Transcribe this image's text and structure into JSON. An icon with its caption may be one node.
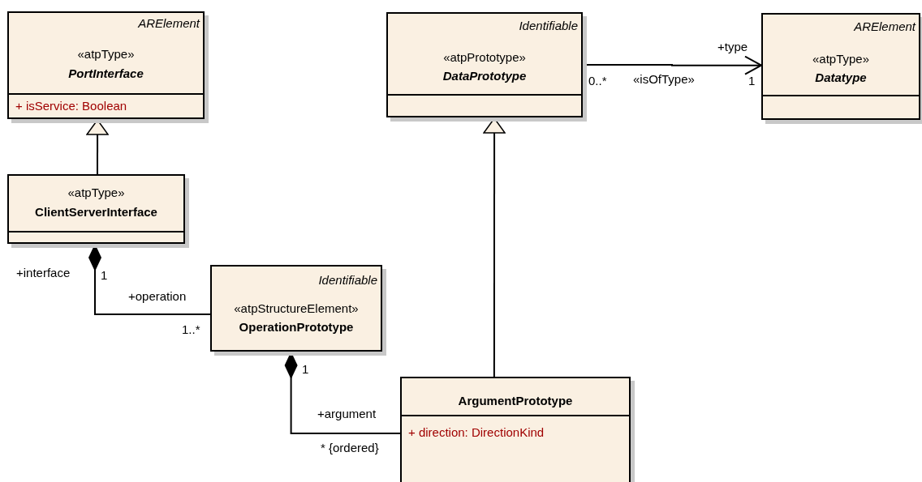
{
  "diagram": {
    "nodes": [
      {
        "text": [
          "ARElement",
          "«atpType»",
          "PortInterface",
          "+ isService: Boolean"
        ]
      },
      {
        "text": [
          "Identifiable",
          "«atpPrototype»",
          "DataPrototype"
        ]
      },
      {
        "text": [
          "ARElement",
          "«atpType»",
          "Datatype"
        ]
      },
      {
        "text": [
          "«atpType»",
          "ClientServerInterface"
        ]
      },
      {
        "text": [
          "Identifiable",
          "«atpStructureElement»",
          "OperationPrototype"
        ]
      },
      {
        "text": [
          "ArgumentPrototype",
          "+ direction: DirectionKind"
        ]
      }
    ],
    "edges": [
      {
        "from": 3,
        "to": 0,
        "arrow": "to"
      },
      {
        "from": 1,
        "to": 2,
        "arrow": "to",
        "label": "«isOfType»"
      },
      {
        "from": 3,
        "to": 4,
        "arrow": "other"
      },
      {
        "from": 4,
        "to": 5,
        "arrow": "other"
      },
      {
        "from": 5,
        "to": 1,
        "arrow": "to"
      }
    ],
    "labels": [
      "+type",
      "0..*",
      "1",
      "+interface",
      "1",
      "+operation",
      "1..*",
      "1",
      "+argument",
      "* {ordered}"
    ]
  }
}
